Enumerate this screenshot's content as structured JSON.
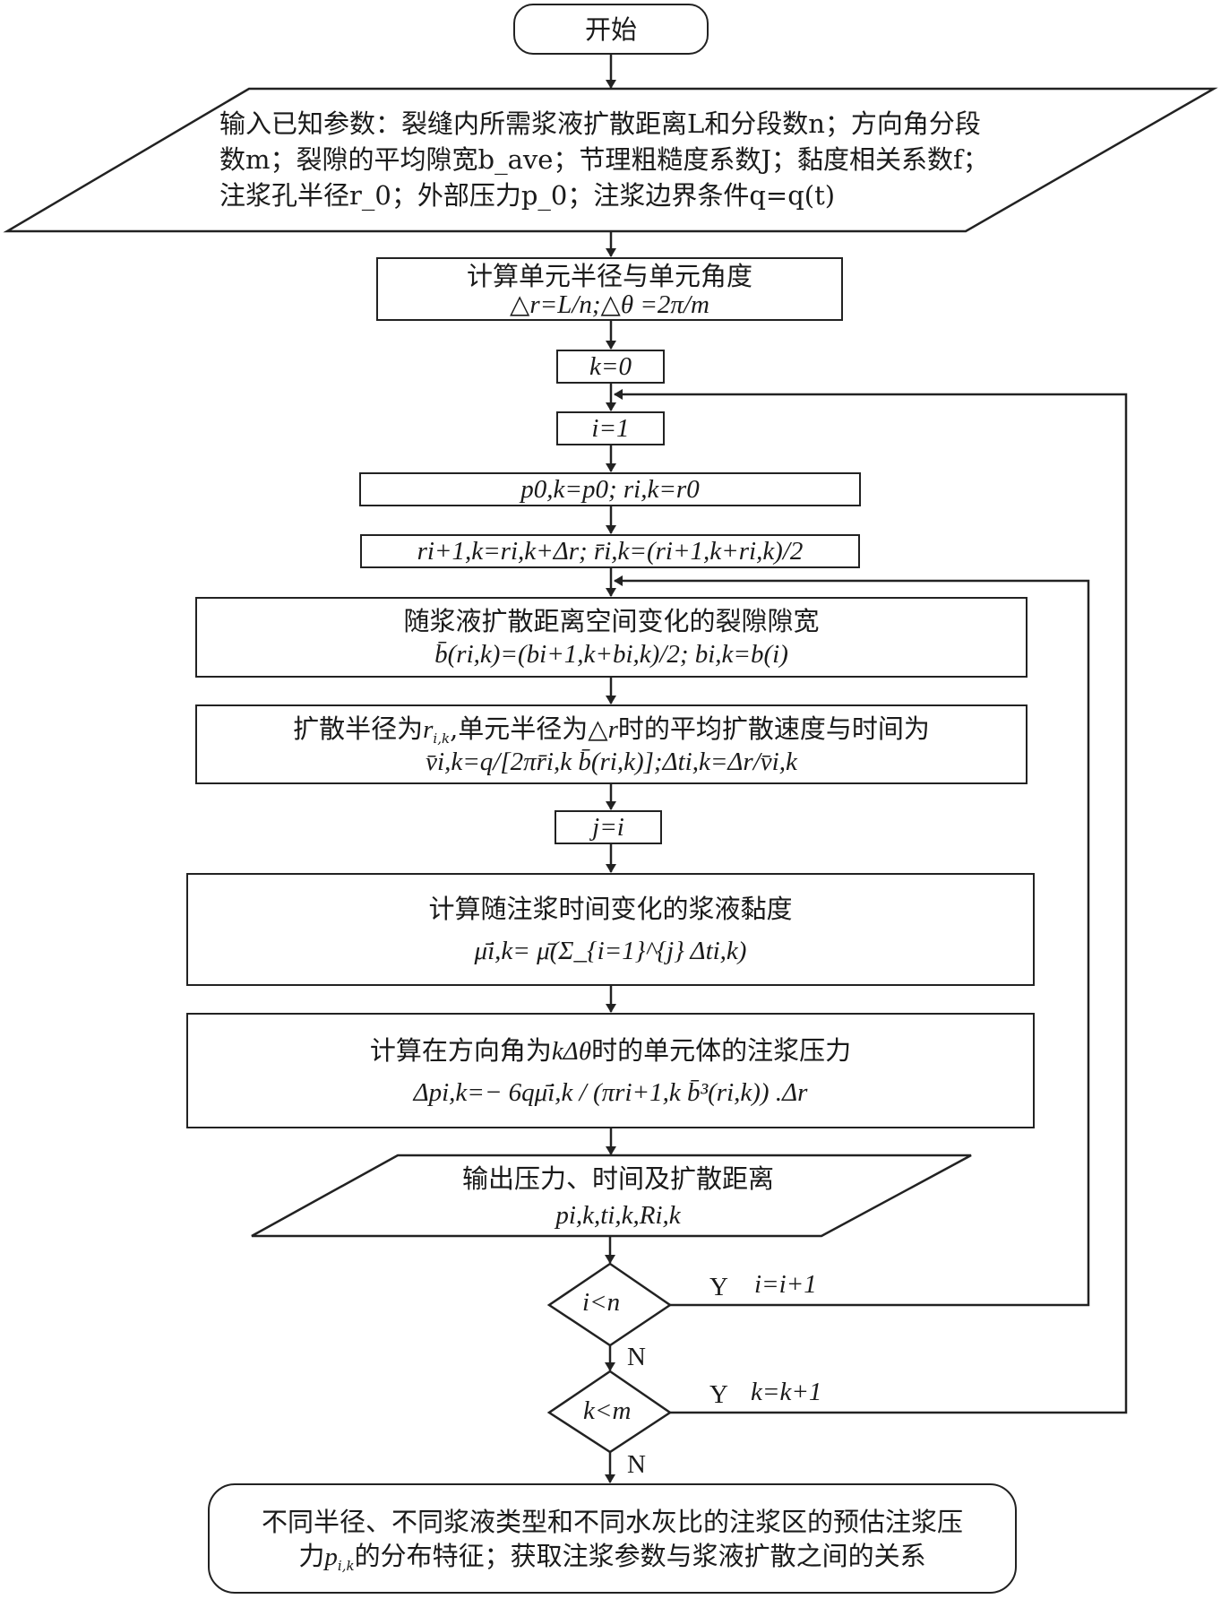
{
  "flowchart": {
    "start": {
      "label": "开始"
    },
    "input": {
      "lines": [
        "输入已知参数：裂缝内所需浆液扩散距离L和分段数n；方向角分段",
        "数m；裂隙的平均隙宽b_ave；节理粗糙度系数J；黏度相关系数f；",
        "注浆孔半径r_0；外部压力p_0；注浆边界条件q=q(t)"
      ],
      "segments": {
        "l1a": "输入已知参数：裂缝内所需浆液扩散距离",
        "l1L": "L",
        "l1b": "和分段数",
        "l1n": "n",
        "l1c": "；方向角分段",
        "l2a": "数",
        "l2m": "m",
        "l2b": "；裂隙的平均隙宽",
        "l2bv": "b",
        "l2sub": "ave",
        "l2c": "；节理粗糙度系数",
        "l2J": "J",
        "l2d": "；黏度相关系数",
        "l2f": "f",
        "l2e": "；",
        "l3a": "注浆孔半径",
        "l3r": "r",
        "l3rs": "0",
        "l3b": "；外部压力",
        "l3p": "p",
        "l3ps": "0",
        "l3c": "；注浆边界条件",
        "l3q": "q=q(t)"
      }
    },
    "calc_unit": {
      "title": "计算单元半径与单元角度",
      "formula": "△r=L/n;△θ =2π/m"
    },
    "k_init": {
      "label": "k=0"
    },
    "i_init": {
      "label": "i=1"
    },
    "p_init": {
      "formula": "p0,k=p0; ri,k=r0"
    },
    "r_update": {
      "formula": "ri+1,k=ri,k+Δr; r̄i,k=(ri+1,k+ri,k)/2"
    },
    "aperture": {
      "title": "随浆液扩散距离空间变化的裂隙隙宽",
      "formula": "b̄(ri,k)=(bi+1,k+bi,k)/2; bi,k=b(i)"
    },
    "velocity": {
      "title_a": "扩散半径为",
      "title_r": "r",
      "title_sub": "i,k",
      "title_b": ",单元半径为△",
      "title_r2": "r",
      "title_c": "时的平均扩散速度与时间为",
      "formula": "v̄i,k=q/[2πr̄i,k b̄(ri,k)];Δti,k=Δr/v̄i,k"
    },
    "j_init": {
      "label": "j=i"
    },
    "viscosity": {
      "title": "计算随注浆时间变化的浆液黏度",
      "formula": "μ̄i,k= μ̄(Σ_{i=1}^{j} Δti,k)"
    },
    "pressure": {
      "title_a": "计算在方向角为",
      "title_k": "kΔθ",
      "title_b": "时的单元体的注浆压力",
      "formula": "Δpi,k=− 6qμ̄i,k / (πri+1,k b̄³(ri,k)) .Δr"
    },
    "output": {
      "title": "输出压力、时间及扩散距离",
      "formula": "pi,k,ti,k,Ri,k"
    },
    "decision_i": {
      "label": "i<n",
      "yes": "Y",
      "yes_action": "i=i+1",
      "no": "N"
    },
    "decision_k": {
      "label": "k<m",
      "yes": "Y",
      "yes_action": "k=k+1",
      "no": "N"
    },
    "end": {
      "line1": "不同半径、不同浆液类型和不同水灰比的注浆区的预估注浆压",
      "line2_a": "力",
      "line2_p": "p",
      "line2_sub": "i,k",
      "line2_b": "的分布特征；获取注浆参数与浆液扩散之间的关系"
    },
    "colors": {
      "stroke": "#222222",
      "background": "#ffffff",
      "text": "#1a1a1a"
    }
  }
}
